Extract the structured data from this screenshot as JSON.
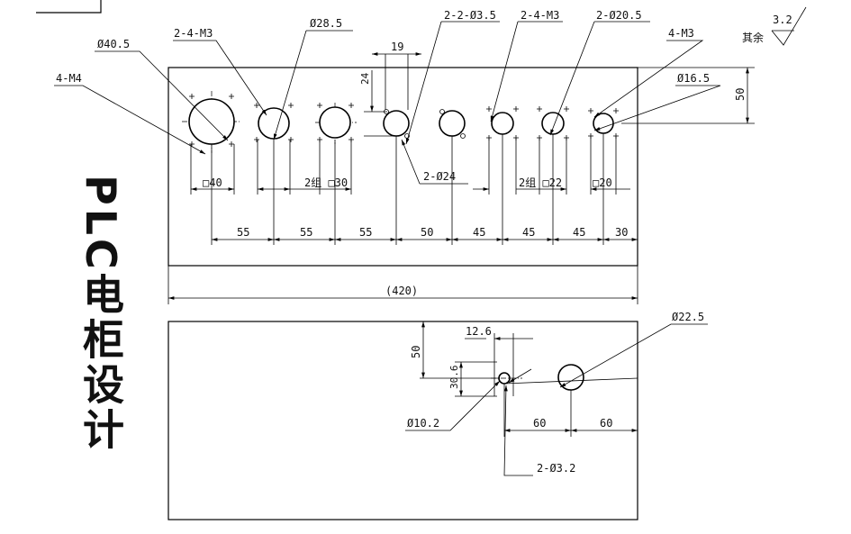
{
  "vertical_title": "PLC电柜设计",
  "surface_finish": {
    "value": "3.2",
    "note": "其余"
  },
  "front_view": {
    "labels": {
      "d40_5": "Ø40.5",
      "t2_4_M3_a": "2-4-M3",
      "d28_5": "Ø28.5",
      "t19": "19",
      "t2_2_d3_5": "2-2-Ø3.5",
      "t2_4_M3_b": "2-4-M3",
      "t2_d20_5": "2-Ø20.5",
      "t4_M3": "4-M3",
      "d16_5": "Ø16.5",
      "t4_M4": "4-M4",
      "t24": "24",
      "t50_right": "50",
      "t2_d24": "2-Ø24",
      "sq40": "□40",
      "sq30": "2组 □30",
      "sq22": "2组 □22",
      "sq20": "□20",
      "total": "(420)"
    },
    "spacing": [
      "55",
      "55",
      "55",
      "50",
      "45",
      "45",
      "45",
      "30"
    ]
  },
  "side_view": {
    "labels": {
      "t12_6": "12.6",
      "d22_5": "Ø22.5",
      "t50": "50",
      "t30_6": "30.6",
      "d10_2": "Ø10.2",
      "t60a": "60",
      "t60b": "60",
      "t2_d3_2": "2-Ø3.2"
    }
  }
}
